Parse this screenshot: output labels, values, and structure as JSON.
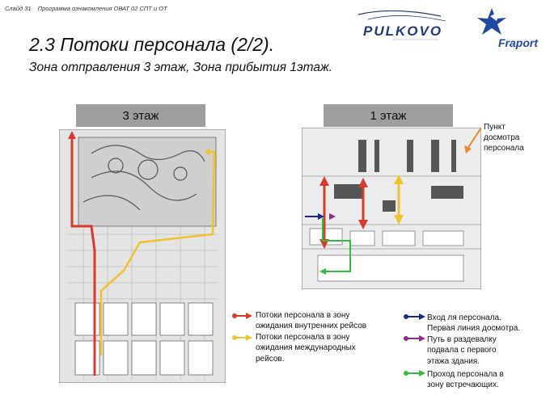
{
  "header": {
    "slide_label": "Слайд 31",
    "program_label": "Программа ознакомления ОВАТ 02 СПТ и ОТ"
  },
  "brand": {
    "pulkovo_name": "PULKOVO",
    "fraport_name": "Fraport"
  },
  "title": "2.3 Потоки персонала (2/2).",
  "subtitle": "Зона отправления 3 этаж, Зона прибытия 1этаж.",
  "floors": {
    "left_label": "3 этаж",
    "right_label": "1 этаж"
  },
  "callout": {
    "line1": "Пункт",
    "line2": "досмотра",
    "line3": "персонала"
  },
  "legend_left": [
    {
      "text": "Потоки персонала в зону ожидания внутренних рейсов",
      "lines": [
        "Потоки персонала в зону",
        "ожидания внутренних рейсов"
      ],
      "color": "#d83b2b"
    },
    {
      "text": "Потоки персонала в зону ожидания международных рейсов.",
      "lines": [
        "Потоки персонала в зону",
        "ожидания международных",
        "рейсов."
      ],
      "color": "#f2c12e"
    }
  ],
  "legend_right": [
    {
      "lines": [
        "Вход ля персонала.",
        "Первая линия досмотра."
      ],
      "color": "#1a2a8c"
    },
    {
      "lines": [
        "Путь в раздевалку",
        "подвала с первого",
        "этажа здания."
      ],
      "color": "#8a2a8a"
    },
    {
      "lines": [
        "Проход персонала в",
        "зону встречающих."
      ],
      "color": "#2fbf3a"
    }
  ],
  "colors": {
    "domestic": "#d83b2b",
    "international": "#f2c12e",
    "entry": "#1a2a8c",
    "changing_room": "#8a2a8a",
    "arrivals": "#2fbf3a",
    "tab": "#9e9e9e",
    "callout_arrow": "#e98a2a"
  }
}
